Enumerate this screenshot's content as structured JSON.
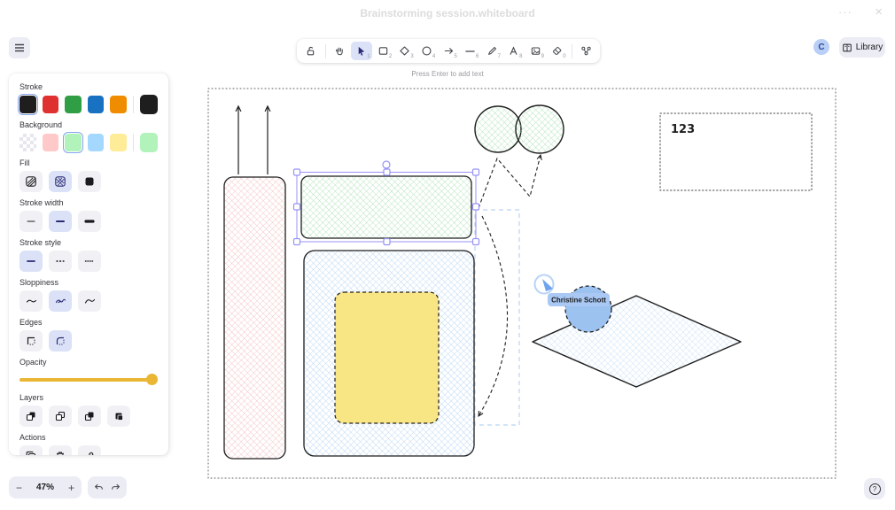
{
  "window": {
    "title": "Brainstorming session.whiteboard",
    "more": "···",
    "close": "×"
  },
  "toolbar": {
    "tools": [
      {
        "name": "lock",
        "number": ""
      },
      {
        "name": "hand",
        "number": ""
      },
      {
        "name": "selection",
        "number": "1",
        "active": true
      },
      {
        "name": "rectangle",
        "number": "2"
      },
      {
        "name": "diamond",
        "number": "3"
      },
      {
        "name": "ellipse",
        "number": "4"
      },
      {
        "name": "arrow",
        "number": "5"
      },
      {
        "name": "line",
        "number": "6"
      },
      {
        "name": "draw",
        "number": "7"
      },
      {
        "name": "text",
        "number": "8"
      },
      {
        "name": "image",
        "number": "9"
      },
      {
        "name": "eraser",
        "number": "0"
      },
      {
        "name": "shapes",
        "number": ""
      }
    ]
  },
  "hint": "Press Enter to add text",
  "top_right": {
    "avatar_initial": "C",
    "library_label": "Library"
  },
  "panel": {
    "stroke": {
      "label": "Stroke",
      "colors": [
        "#1e1e1e",
        "#e03131",
        "#2f9e44",
        "#1971c2",
        "#f08c00"
      ],
      "current": "#1e1e1e",
      "selected": "black"
    },
    "background": {
      "label": "Background",
      "colors": [
        "transparent",
        "#ffc9c9",
        "#b2f2bb",
        "#a5d8ff",
        "#ffec99"
      ],
      "current": "#b2f2bb",
      "selected": "light-green"
    },
    "fill": {
      "label": "Fill",
      "options": [
        "hachure",
        "cross-hatch",
        "solid"
      ],
      "selected": "cross-hatch"
    },
    "stroke_width": {
      "label": "Stroke width",
      "options": [
        "thin",
        "bold",
        "extra-bold"
      ],
      "selected": "bold"
    },
    "stroke_style": {
      "label": "Stroke style",
      "options": [
        "solid",
        "dashed",
        "dotted"
      ],
      "selected": "solid"
    },
    "sloppiness": {
      "label": "Sloppiness",
      "options": [
        "architect",
        "artist",
        "cartoonist"
      ],
      "selected": "artist"
    },
    "edges": {
      "label": "Edges",
      "options": [
        "sharp",
        "round"
      ],
      "selected": "round"
    },
    "opacity": {
      "label": "Opacity",
      "value": 100,
      "color": "#ebb633"
    },
    "layers": {
      "label": "Layers",
      "options": [
        "send-to-back",
        "send-backward",
        "bring-forward",
        "bring-to-front"
      ]
    },
    "actions": {
      "label": "Actions",
      "options": [
        "duplicate",
        "delete",
        "link"
      ]
    }
  },
  "canvas": {
    "text_123": "123",
    "collaborator_name": "Christine Schott",
    "colors": {
      "shape_stroke": "#1e1e1e",
      "pink_hatch": "#f3b3b3",
      "green_hatch": "#a0dcaa",
      "blue_hatch": "#a9cdf1",
      "yellow_fill": "#f8e584",
      "blue_solid": "#9cc2f0",
      "selection": "#9693f5",
      "frame_blue": "#b9d3f7",
      "label_bg": "#a9c8f3"
    }
  },
  "footer": {
    "zoom_out": "−",
    "zoom_level": "47%",
    "zoom_in": "+",
    "undo": "undo",
    "redo": "redo",
    "help": "?"
  }
}
